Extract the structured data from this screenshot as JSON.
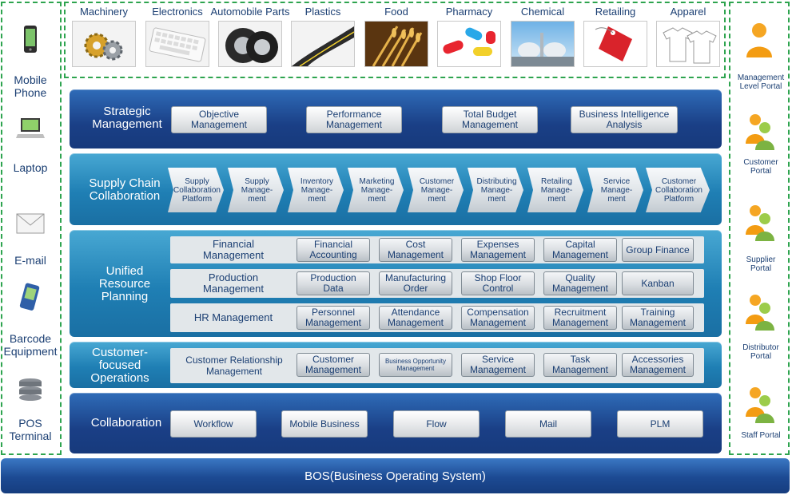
{
  "devices": [
    {
      "label": "Mobile\nPhone",
      "icon": "mobile-phone-icon"
    },
    {
      "label": "Laptop",
      "icon": "laptop-icon"
    },
    {
      "label": "E-mail",
      "icon": "envelope-icon"
    },
    {
      "label": "Barcode\nEquipment",
      "icon": "barcode-scanner-icon"
    },
    {
      "label": "POS\nTerminal",
      "icon": "pos-terminal-icon"
    }
  ],
  "industries": [
    {
      "label": "Machinery",
      "icon": "gears-icon"
    },
    {
      "label": "Electronics",
      "icon": "keyboard-icon"
    },
    {
      "label": "Automobile Parts",
      "icon": "tire-icon"
    },
    {
      "label": "Plastics",
      "icon": "road-icon"
    },
    {
      "label": "Food",
      "icon": "wheat-icon"
    },
    {
      "label": "Pharmacy",
      "icon": "pills-icon"
    },
    {
      "label": "Chemical",
      "icon": "chemical-plant-icon"
    },
    {
      "label": "Retailing",
      "icon": "sale-tag-icon"
    },
    {
      "label": "Apparel",
      "icon": "tshirt-icon"
    }
  ],
  "strategic": {
    "title": "Strategic\nManagement",
    "items": [
      "Objective\nManagement",
      "Performance\nManagement",
      "Total Budget\nManagement",
      "Business Intelligence\nAnalysis"
    ]
  },
  "supply_chain": {
    "title": "Supply Chain\nCollaboration",
    "items": [
      "Supply\nCollaboration\nPlatform",
      "Supply\nManage-\nment",
      "Inventory\nManage-\nment",
      "Marketing\nManage-\nment",
      "Customer\nManage-\nment",
      "Distributing\nManage-\nment",
      "Retailing\nManage-\nment",
      "Service\nManage-\nment",
      "Customer\nCollaboration\nPlatform"
    ]
  },
  "unified": {
    "title": "Unified\nResource\nPlanning",
    "rows": [
      {
        "label": "Financial\nManagement",
        "items": [
          "Financial\nAccounting",
          "Cost\nManagement",
          "Expenses\nManagement",
          "Capital\nManagement",
          "Group Finance"
        ]
      },
      {
        "label": "Production\nManagement",
        "items": [
          "Production Data",
          "Manufacturing\nOrder",
          "Shop Floor\nControl",
          "Quality\nManagement",
          "Kanban"
        ]
      },
      {
        "label": "HR Management",
        "items": [
          "Personnel\nManagement",
          "Attendance\nManagement",
          "Compensation\nManagement",
          "Recruitment\nManagement",
          "Training\nManagement"
        ]
      }
    ]
  },
  "customer_ops": {
    "title": "Customer-\nfocused\nOperations",
    "label": "Customer Relationship\nManagement",
    "items": [
      "Customer\nManagement",
      "Business Opportunity\nManagement",
      "Service\nManagement",
      "Task\nManagement",
      "Accessories\nManagement"
    ]
  },
  "collaboration": {
    "title": "Collaboration",
    "items": [
      "Workflow",
      "Mobile Business",
      "Flow",
      "Mail",
      "PLM"
    ]
  },
  "portals": [
    {
      "label": "Management\nLevel Portal",
      "icon": "person-icon"
    },
    {
      "label": "Customer\nPortal",
      "icon": "people-icon"
    },
    {
      "label": "Supplier\nPortal",
      "icon": "people-icon"
    },
    {
      "label": "Distributor\nPortal",
      "icon": "people-icon"
    },
    {
      "label": "Staff Portal",
      "icon": "people-icon"
    }
  ],
  "bos": {
    "label": "BOS(Business Operating System)"
  },
  "colors": {
    "frame_dashed": "#2ea44f",
    "band_dark": "#1a3f86",
    "band_teal": "#1f7fb4",
    "text_blue": "#1b3f73"
  }
}
